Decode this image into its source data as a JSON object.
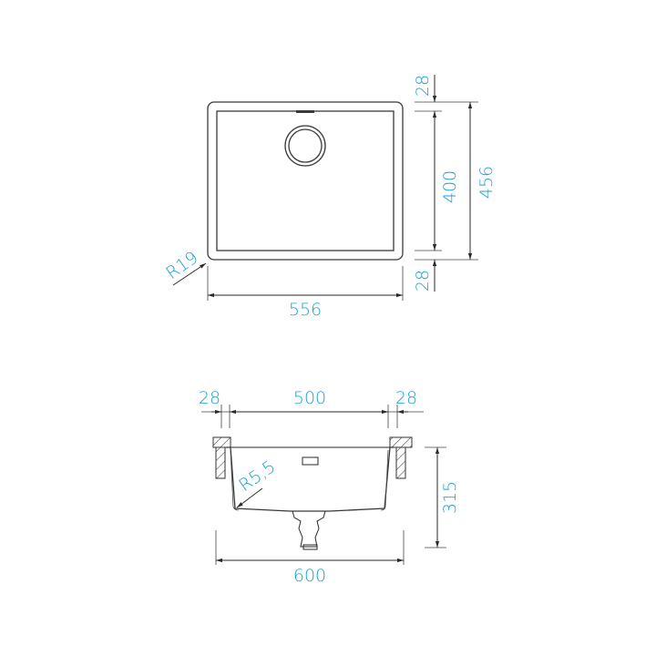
{
  "drawing": {
    "accent_color": "#1d9fd6",
    "top_view": {
      "label_width_outer": "556",
      "label_height_outer": "456",
      "label_height_inner": "400",
      "label_rim_top": "28",
      "label_rim_bottom": "28",
      "label_corner_radius": "R19"
    },
    "section_view": {
      "label_rim_left": "28",
      "label_inner_width": "500",
      "label_rim_right": "28",
      "label_depth": "315",
      "label_inner_radius": "R5,5",
      "label_cabinet_width": "600"
    }
  }
}
